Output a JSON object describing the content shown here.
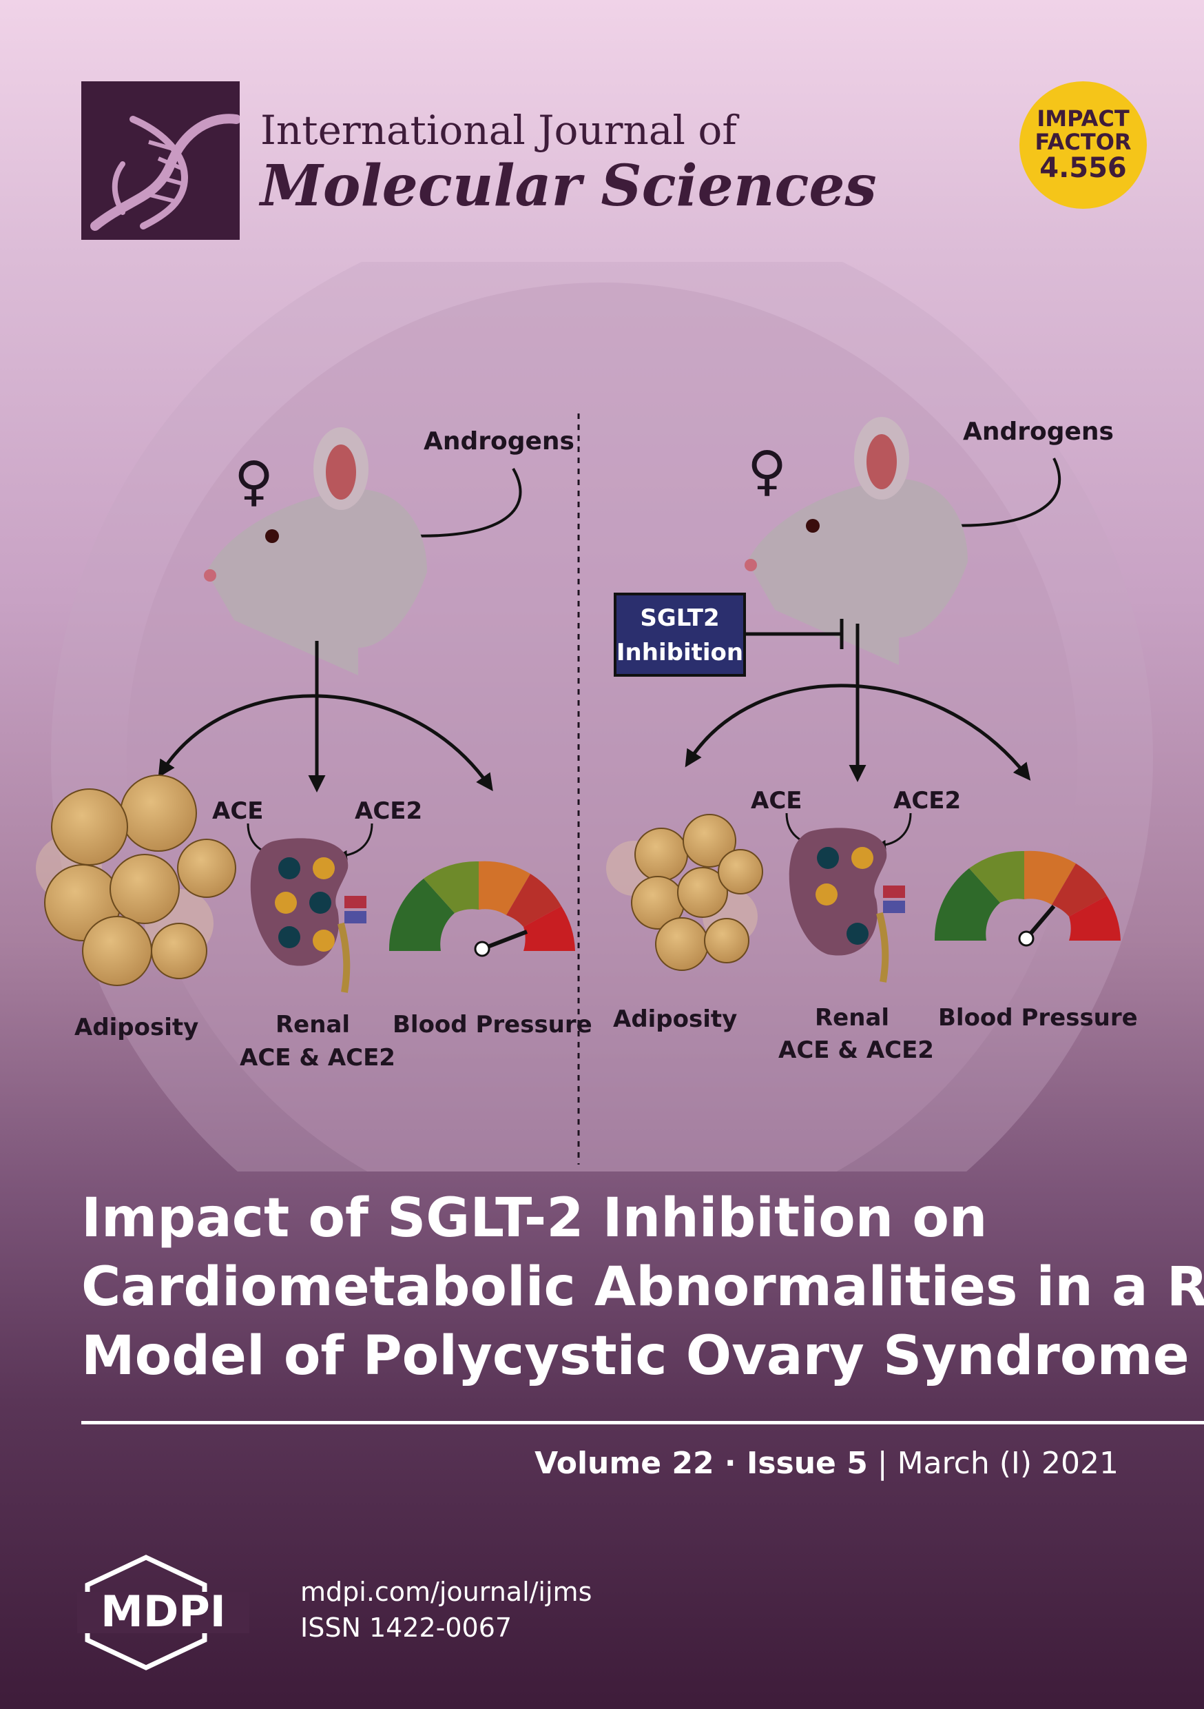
{
  "header": {
    "journal_line1": "International Journal of",
    "journal_line2": "Molecular Sciences",
    "impact_word1": "IMPACT",
    "impact_word2": "FACTOR",
    "impact_value": "4.556"
  },
  "figure": {
    "left": {
      "symbol": "♀",
      "androgens": "Androgens",
      "ace": "ACE",
      "ace2": "ACE2",
      "adiposity": "Adiposity",
      "renal": "Renal",
      "renal_sub": "ACE & ACE2",
      "blood_pressure": "Blood Pressure"
    },
    "right": {
      "symbol": "♀",
      "androgens": "Androgens",
      "sglt2_line1": "SGLT2",
      "sglt2_line2": "Inhibition",
      "ace": "ACE",
      "ace2": "ACE2",
      "adiposity": "Adiposity",
      "renal": "Renal",
      "renal_sub": "ACE & ACE2",
      "blood_pressure": "Blood Pressure"
    }
  },
  "article": {
    "title_line1": "Impact of SGLT-2 Inhibition on",
    "title_line2": "Cardiometabolic Abnormalities in a Rat",
    "title_line3": "Model of Polycystic Ovary Syndrome"
  },
  "issue": {
    "volume": "Volume 22",
    "separator": " · ",
    "issue_no": "Issue 5",
    "bar": " | ",
    "date": "March (I) 2021"
  },
  "footer": {
    "publisher": "MDPI",
    "url": "mdpi.com/journal/ijms",
    "issn": "ISSN 1422-0067"
  }
}
